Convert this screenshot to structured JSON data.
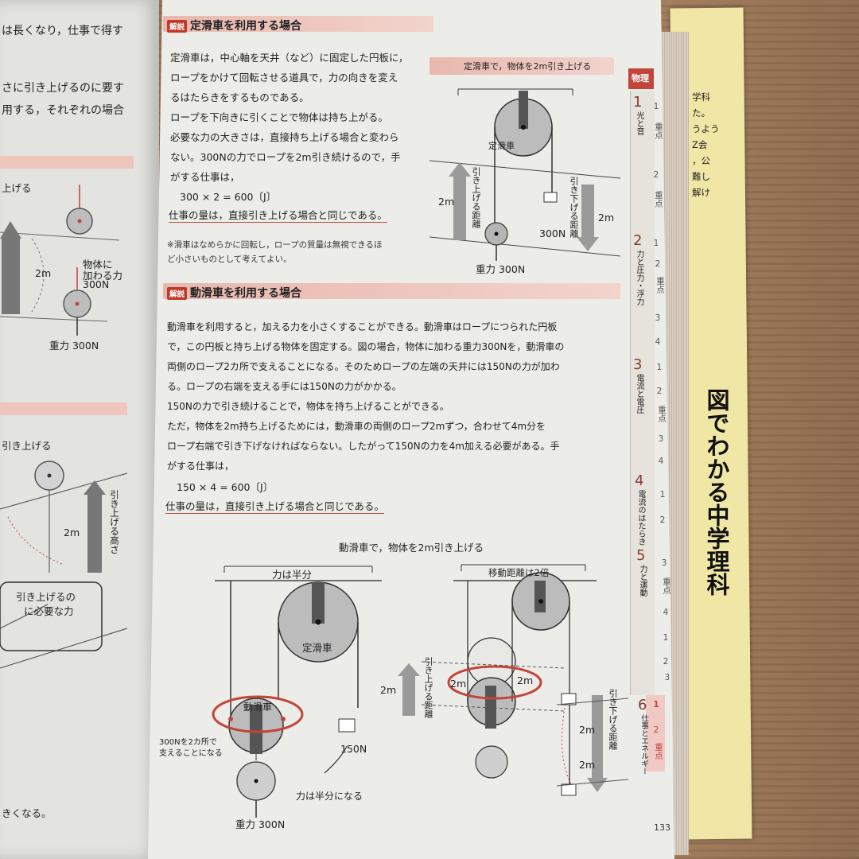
{
  "left_page": {
    "lines": [
      "は長くなり，仕事で得す",
      "さに引き上げるのに要す",
      "用する，それぞれの場合"
    ],
    "labels": [
      "上げる",
      "2m",
      "物体に",
      "加わる力",
      "300N",
      "重力 300N",
      "引き上げる",
      "2m",
      "引き上げる高さ",
      "引き上げるの",
      "に必要な力",
      "きくなる。"
    ]
  },
  "section1": {
    "tag": "解説",
    "title": "定滑車を利用する場合",
    "body": [
      "定滑車は，中心軸を天井（など）に固定した円板に，",
      "ロープをかけて回転させる道具で，力の向きを変え",
      "るはたらきをするものである。",
      "ロープを下向きに引くことで物体は持ち上がる。",
      "必要な力の大きさは，直接持ち上げる場合と変わら",
      "ない。300Nの力でロープを2m引き続けるので，手",
      "がする仕事は，",
      "300 × 2 = 600〔J〕",
      "仕事の量は，直接引き上げる場合と同じである。"
    ],
    "note": [
      "※滑車はなめらかに回転し，ロープの質量は無視できるほ",
      "ど小さいものとして考えてよい。"
    ],
    "fig": {
      "caption": "定滑車で，物体を2m引き上げる",
      "pulley_label": "定滑車",
      "left_arrow_label": "引き上げる距離",
      "left_dist": "2m",
      "right_arrow_label": "引き下げる距離",
      "right_dist": "2m",
      "force": "300N",
      "gravity": "重力 300N"
    }
  },
  "section2": {
    "tag": "解説",
    "title": "動滑車を利用する場合",
    "body": [
      "動滑車を利用すると，加える力を小さくすることができる。動滑車はロープにつられた円板",
      "で，この円板と持ち上げる物体を固定する。図の場合，物体に加わる重力300Nを，動滑車の",
      "両側のロープ2カ所で支えることになる。そのためロープの左端の天井には150Nの力が加わ",
      "る。ロープの右端を支える手には150Nの力がかかる。",
      "150Nの力で引き続けることで，物体を持ち上げることができる。",
      "ただ，物体を2m持ち上げるためには，動滑車の両側のロープ2mずつ，合わせて4m分を",
      "ロープ右端で引き下げなければならない。したがって150Nの力を4m加える必要がある。手",
      "がする仕事は，",
      "150 × 4 = 600〔J〕",
      "仕事の量は，直接引き上げる場合と同じである。"
    ],
    "fig": {
      "caption": "動滑車で，物体を2m引き上げる",
      "half_force": "力は半分",
      "fixed_label": "定滑車",
      "moving_label": "動滑車",
      "support_note": [
        "300Nを2カ所で",
        "支えることになる"
      ],
      "force": "150N",
      "half_note": "力は半分になる",
      "gravity": "重力 300N",
      "double_dist": "移動距離は2倍",
      "lift_label": "引き上げる距離",
      "lift_dist": "2m",
      "rope_a": "2m",
      "rope_b": "2m",
      "pull_label": "引き下げる距離",
      "pull_a": "2m",
      "pull_b": "2m"
    }
  },
  "page_number": "133",
  "side_index": {
    "subject": "物理",
    "chapters": [
      {
        "num": "1",
        "name": "光と音"
      },
      {
        "num": "2",
        "name": "力と圧力・浮力"
      },
      {
        "num": "3",
        "name": "電流と電圧"
      },
      {
        "num": "4",
        "name": "電流のはたらき"
      },
      {
        "num": "5",
        "name": "力と運動"
      },
      {
        "num": "6",
        "name": "仕事とエネルギー"
      }
    ],
    "sub_items": [
      "1",
      "重点",
      "2",
      "重点",
      "1",
      "2",
      "重点",
      "3",
      "4",
      "1",
      "2",
      "重点",
      "3",
      "4",
      "1",
      "2",
      "3",
      "重点",
      "4",
      "1",
      "2",
      "3",
      "重点"
    ],
    "current": [
      "1",
      "2",
      "重点"
    ]
  },
  "back_book": {
    "title": "図でわかる中学理科",
    "edge_text": [
      "学科",
      "た。",
      "うよう",
      "Z会",
      "，公",
      "難し",
      "解け"
    ]
  },
  "colors": {
    "accent": "#c2453a",
    "band": "#efc6bd",
    "paper": "#ecece8",
    "arrow_gray": "#8a8a8a"
  }
}
